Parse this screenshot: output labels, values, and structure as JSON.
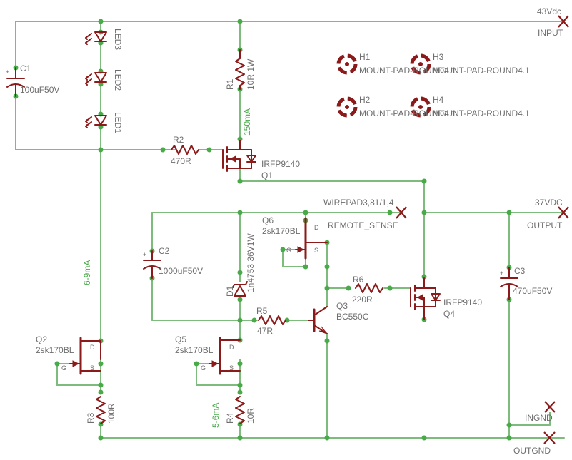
{
  "components": {
    "c1": {
      "ref": "C1",
      "value": "100uF50V"
    },
    "c2": {
      "ref": "C2",
      "value": "1000uF50V"
    },
    "c3": {
      "ref": "C3",
      "value": "470uF50V"
    },
    "led1": {
      "ref": "LED1"
    },
    "led2": {
      "ref": "LED2"
    },
    "led3": {
      "ref": "LED3"
    },
    "r1": {
      "ref": "R1",
      "value": "10R 1W"
    },
    "r2": {
      "ref": "R2",
      "value": "470R"
    },
    "r3": {
      "ref": "R3",
      "value": "100R"
    },
    "r4": {
      "ref": "R4",
      "value": "10R"
    },
    "r5": {
      "ref": "R5",
      "value": "47R"
    },
    "r6": {
      "ref": "R6",
      "value": "220R"
    },
    "q1": {
      "ref": "Q1",
      "value": "IRFP9140"
    },
    "q2": {
      "ref": "Q2",
      "value": "2sk170BL"
    },
    "q3": {
      "ref": "Q3",
      "value": "BC550C"
    },
    "q4": {
      "ref": "Q4",
      "value": "IRFP9140"
    },
    "q5": {
      "ref": "Q5",
      "value": "2sk170BL"
    },
    "q6": {
      "ref": "Q6",
      "value": "2sk170BL"
    },
    "d1": {
      "ref": "D1",
      "value": "1n4753 36V1W"
    },
    "h1": {
      "ref": "H1",
      "value": "MOUNT-PAD-ROUND4.1"
    },
    "h2": {
      "ref": "H2",
      "value": "MOUNT-PAD-ROUND4.1"
    },
    "h3": {
      "ref": "H3",
      "value": "MOUNT-PAD-ROUND4.1"
    },
    "h4": {
      "ref": "H4",
      "value": "MOUNT-PAD-ROUND4.1"
    }
  },
  "pins": {
    "drain": "D",
    "gate": "G",
    "source": "S"
  },
  "connectors": {
    "input": {
      "name": "INPUT",
      "value": "43Vdc"
    },
    "output": {
      "name": "OUTPUT",
      "value": "37VDC"
    },
    "remote": {
      "name": "REMOTE_SENSE",
      "value": "WIREPAD3,81/1,4"
    },
    "ingnd": {
      "name": "INGND"
    },
    "outgnd": {
      "name": "OUTGND"
    }
  },
  "currents": {
    "q1_source": "150mA",
    "led_chain": "6-9mA",
    "q5_chain": "5-6mA"
  },
  "colors": {
    "wire": "#7dbc7d",
    "component": "#8b1a1a",
    "junction": "#4aaa4a",
    "text": "#6e6e6e"
  }
}
